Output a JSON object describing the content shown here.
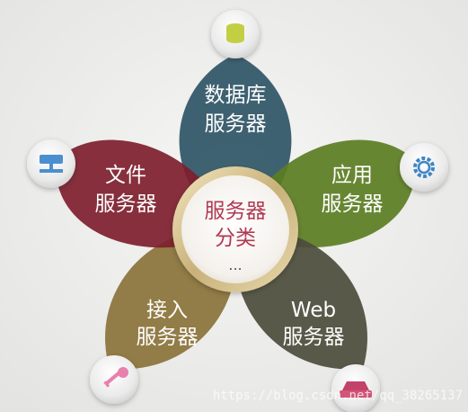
{
  "center": {
    "line1": "服务器",
    "line2": "分类",
    "line3": "..."
  },
  "petals": {
    "database": {
      "line1": "数据库",
      "line2": "服务器",
      "color": "#2f5566",
      "icon": "database-icon"
    },
    "application": {
      "line1": "应用",
      "line2": "服务器",
      "color": "#5b7d22",
      "icon": "gear-icon"
    },
    "web": {
      "line1": "Web",
      "line2": "服务器",
      "color": "#4c4c3c",
      "icon": "web-device-icon"
    },
    "access": {
      "line1": "接入",
      "line2": "服务器",
      "color": "#8a7238",
      "icon": "key-icon"
    },
    "file": {
      "line1": "文件",
      "line2": "服务器",
      "color": "#7e1e2c",
      "icon": "file-server-icon"
    }
  },
  "watermark": "https://blog.csdn.net/qq_38265137"
}
